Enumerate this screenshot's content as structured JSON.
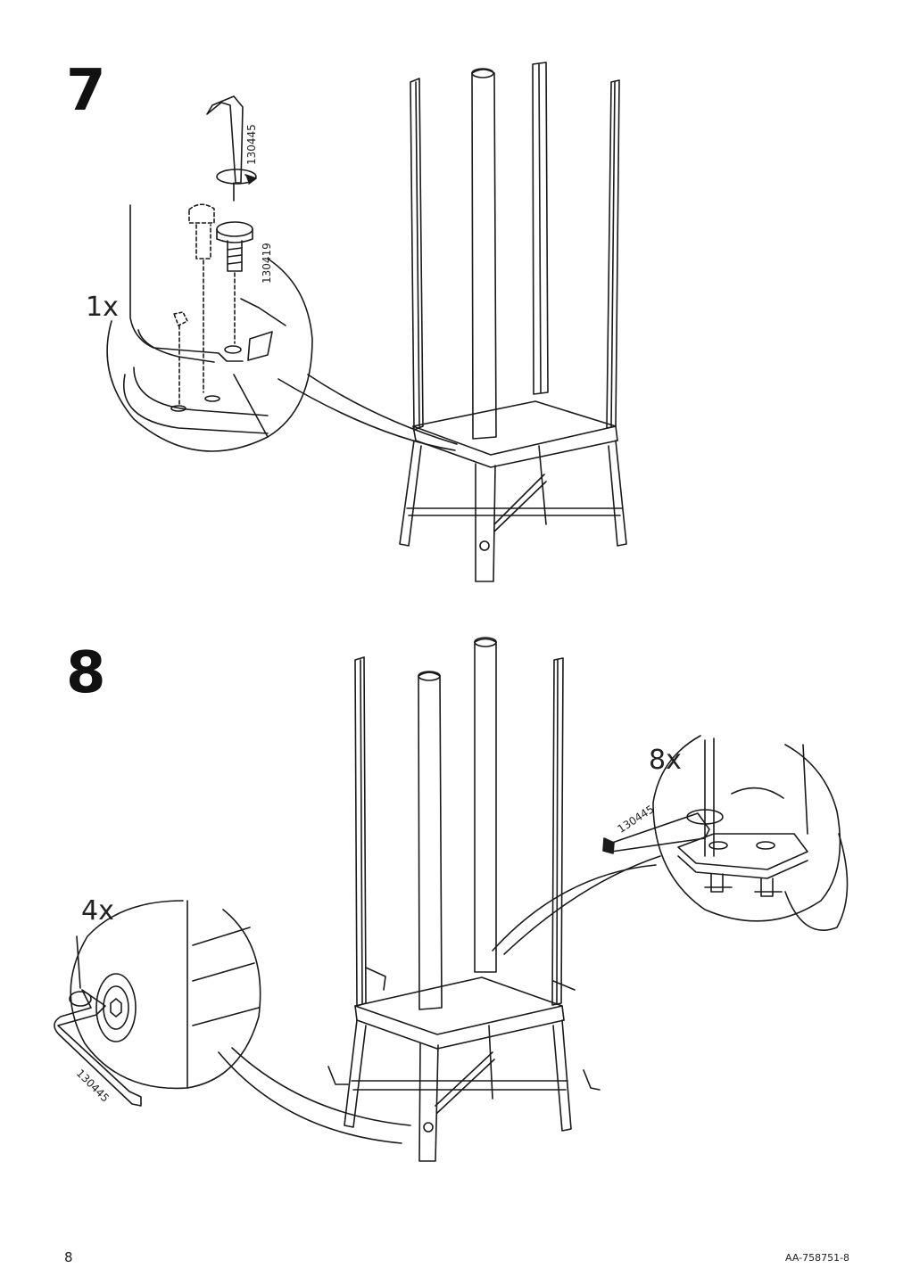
{
  "steps": [
    {
      "number": "7",
      "quantity": "1x",
      "part_numbers": [
        "130445",
        "130419"
      ]
    },
    {
      "number": "8",
      "quantities": [
        "8x",
        "4x"
      ],
      "part_numbers": [
        "130445",
        "130445"
      ]
    }
  ],
  "footer": {
    "page_number": "8",
    "document_code": "AA-758751-8"
  },
  "icons": [
    "allen-key-icon",
    "bolt-icon",
    "rotation-arrow-icon",
    "stool-frame-illustration"
  ]
}
